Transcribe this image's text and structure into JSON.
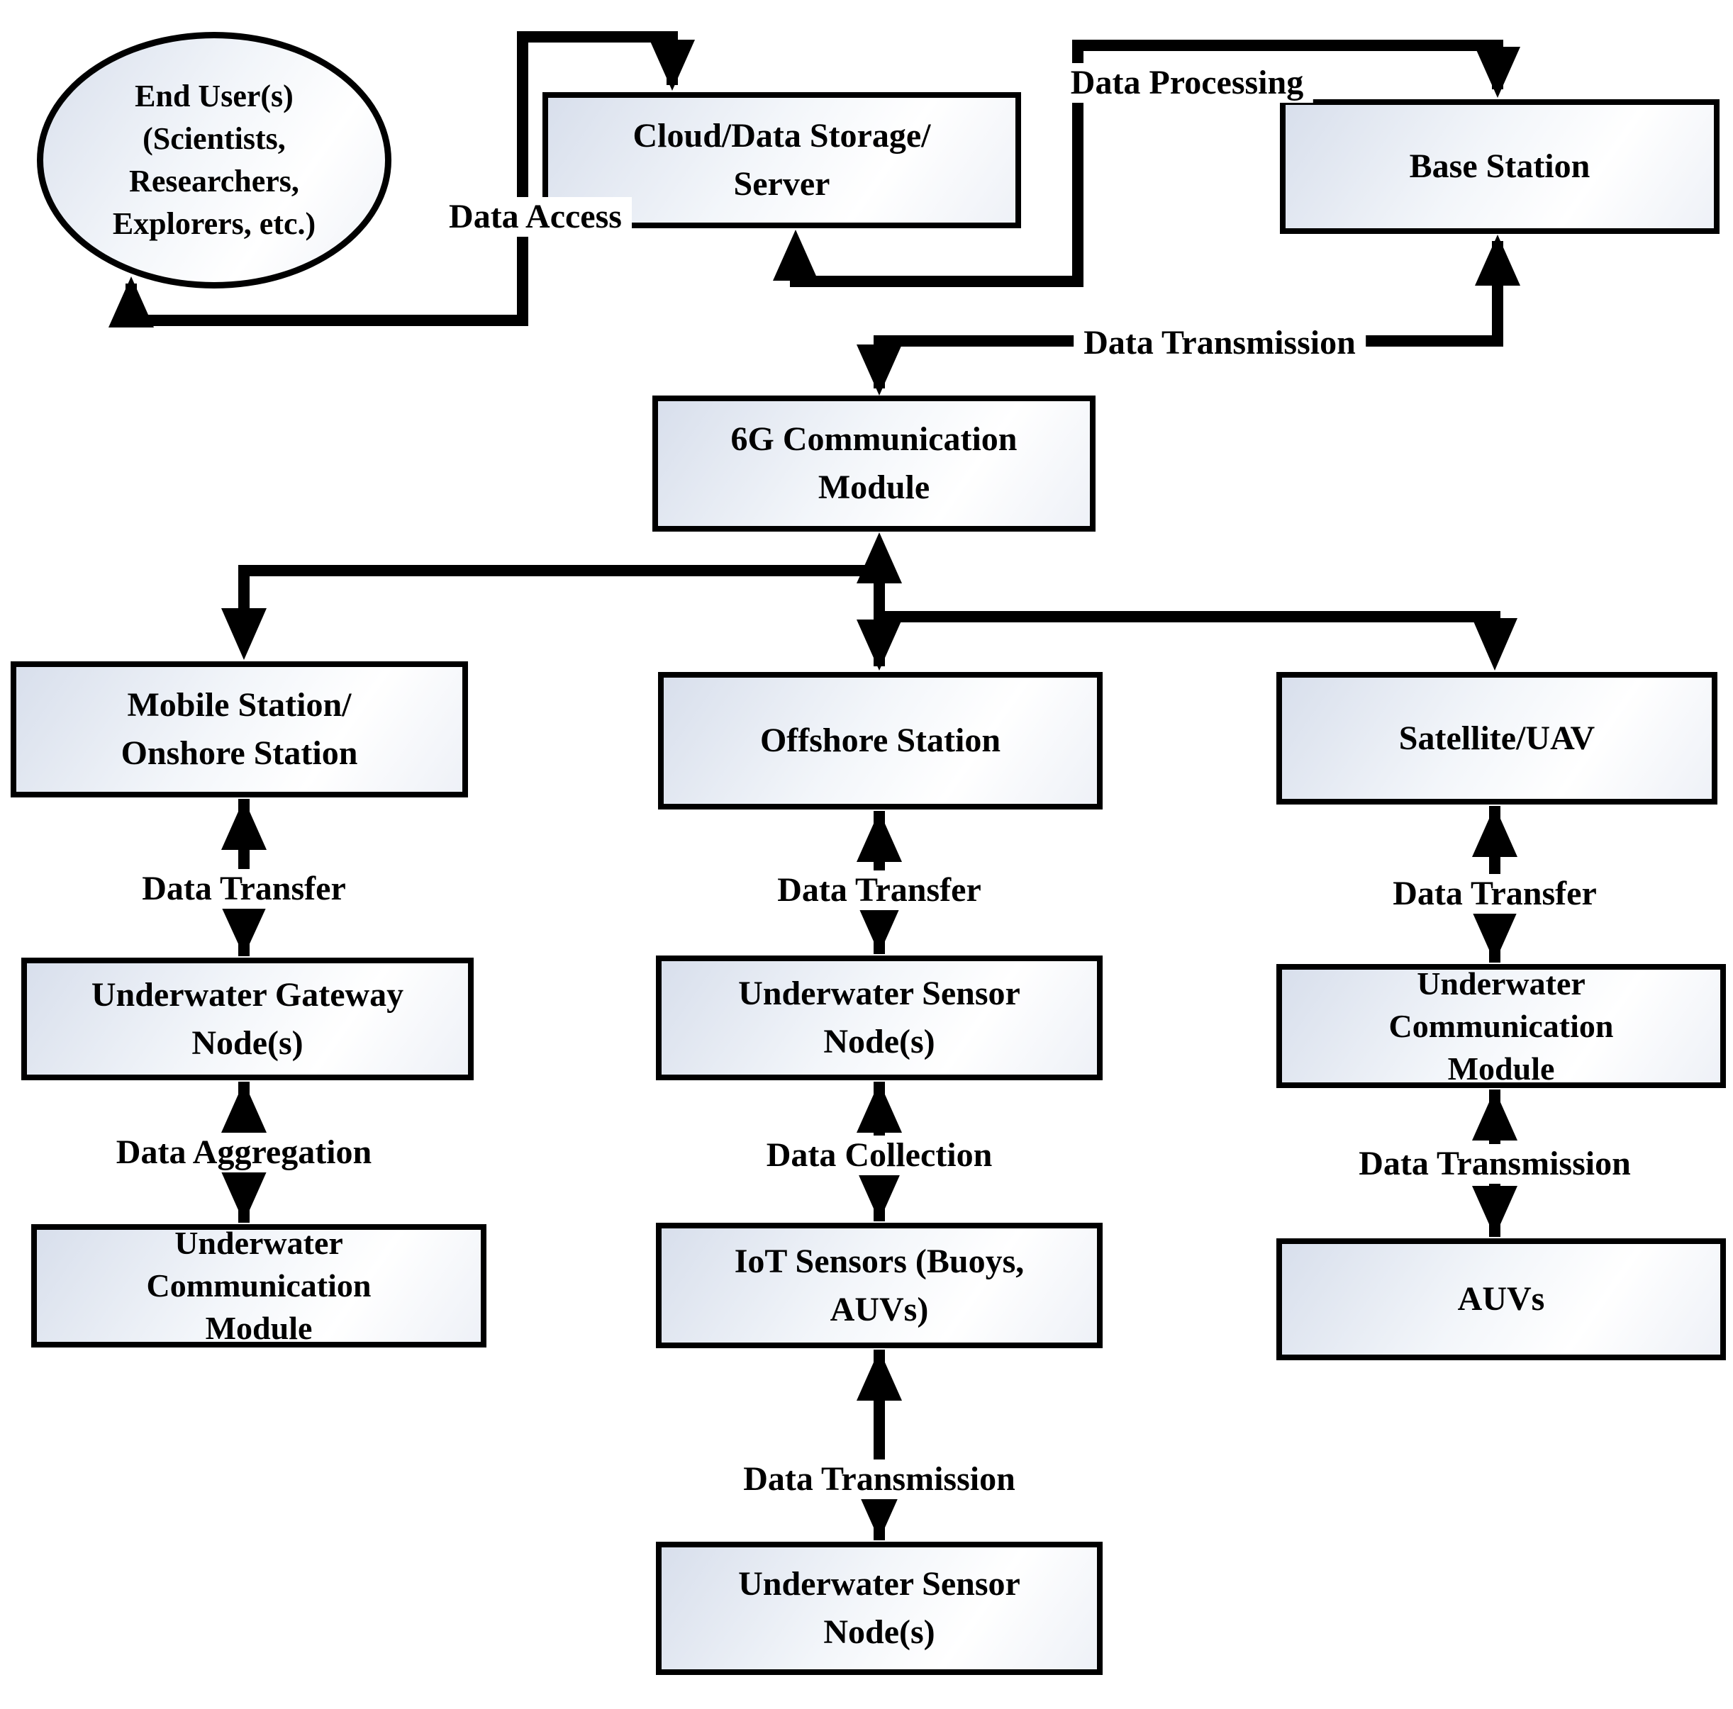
{
  "diagram": {
    "title": "Underwater 6G IoT data-flow diagram",
    "colors": {
      "background": "#ffffff",
      "line": "#000000",
      "box_border": "#000000",
      "box_fill_light": "#d8dfec",
      "box_fill_white": "#ffffff",
      "text": "#000000"
    },
    "nodes": {
      "end_users": "End User(s)\n(Scientists,\nResearchers,\nExplorers, etc.)",
      "cloud": "Cloud/Data Storage/\nServer",
      "base_station": "Base Station",
      "sixg_module": "6G Communication\nModule",
      "mobile_station": "Mobile Station/\nOnshore Station",
      "offshore_station": "Offshore Station",
      "satellite_uav": "Satellite/UAV",
      "underwater_gateway": "Underwater Gateway\nNode(s)",
      "underwater_sensor_mid": "Underwater Sensor\nNode(s)",
      "underwater_comm_right": "Underwater\nCommunication\nModule",
      "underwater_comm_left": "Underwater\nCommunication\nModule",
      "iot_sensors": "IoT Sensors (Buoys,\nAUVs)",
      "auvs": "AUVs",
      "underwater_sensor_bottom": "Underwater Sensor\nNode(s)"
    },
    "edge_labels": {
      "data_access": "Data Access",
      "data_processing": "Data Processing",
      "data_transmission_top": "Data Transmission",
      "data_transfer_left": "Data Transfer",
      "data_transfer_mid": "Data Transfer",
      "data_transfer_right": "Data Transfer",
      "data_aggregation": "Data Aggregation",
      "data_collection": "Data Collection",
      "data_transmission_right": "Data Transmission",
      "data_transmission_mid": "Data Transmission"
    }
  }
}
